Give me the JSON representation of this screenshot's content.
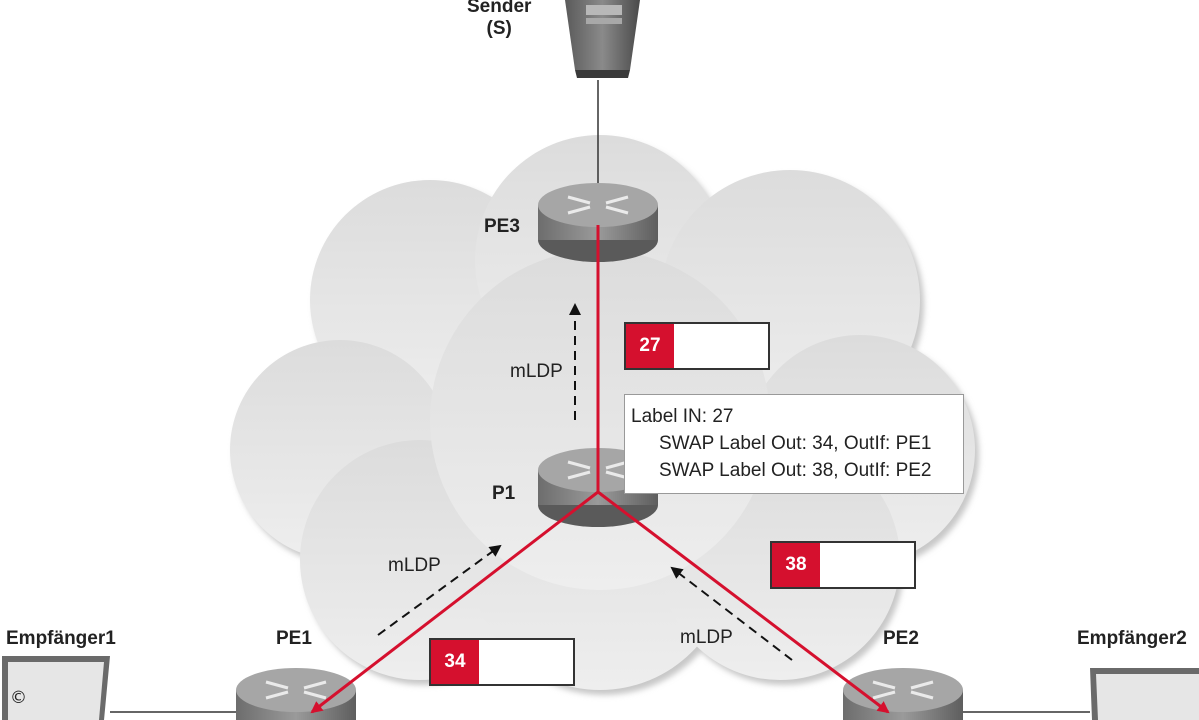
{
  "nodes": {
    "sender": {
      "line1": "Sender",
      "line2": "(S)"
    },
    "pe3": "PE3",
    "p1": "P1",
    "pe1": "PE1",
    "pe2": "PE2",
    "receiver1": "Empfänger1",
    "receiver2": "Empfänger2"
  },
  "protocol_labels": {
    "top": "mLDP",
    "left": "mLDP",
    "right": "mLDP"
  },
  "label_boxes": {
    "pe3_p1": "27",
    "p1_pe2": "38",
    "p1_pe1": "34"
  },
  "info": {
    "line1": "Label IN: 27",
    "line2": "SWAP Label Out: 34, OutIf: PE1",
    "line3": "SWAP Label Out: 38, OutIf: PE2"
  },
  "copyright": "©",
  "colors": {
    "path": "#d5102e",
    "router": "#8e8e8e",
    "cloud": "#e3e3e3"
  }
}
